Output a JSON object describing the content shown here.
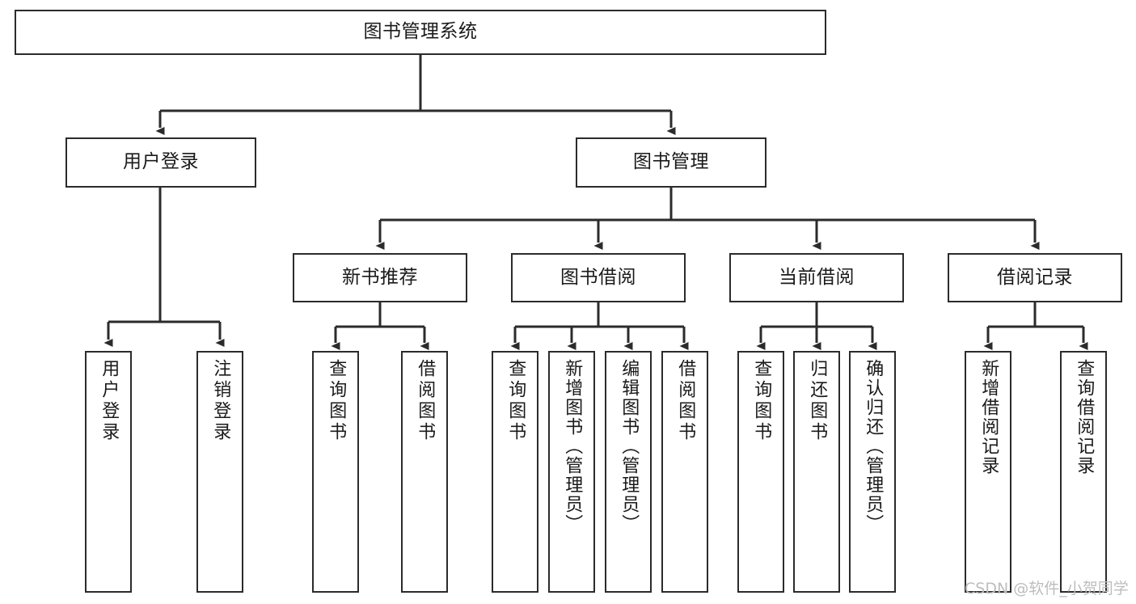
{
  "diagram": {
    "title": "图书管理系统",
    "type": "tree-hierarchy",
    "orientation": "top-down",
    "colors": {
      "stroke": "#2b2b2b",
      "fill": "#ffffff",
      "text": "#1a1a1a",
      "background": "#ffffff",
      "watermark": "#bdbdbd"
    },
    "root": {
      "id": "root",
      "label": "图书管理系统"
    },
    "level2": [
      {
        "id": "user-login",
        "label": "用户登录"
      },
      {
        "id": "book-manage",
        "label": "图书管理"
      }
    ],
    "level3": [
      {
        "id": "new-book-rec",
        "label": "新书推荐",
        "parent": "book-manage"
      },
      {
        "id": "book-borrow",
        "label": "图书借阅",
        "parent": "book-manage"
      },
      {
        "id": "current-borrow",
        "label": "当前借阅",
        "parent": "book-manage"
      },
      {
        "id": "borrow-record",
        "label": "借阅记录",
        "parent": "book-manage"
      }
    ],
    "leaves": [
      {
        "id": "leaf-user-login",
        "label": "用户登录",
        "parent": "user-login"
      },
      {
        "id": "leaf-user-logout",
        "label": "注销登录",
        "parent": "user-login"
      },
      {
        "id": "leaf-query-book-1",
        "label": "查询图书",
        "parent": "new-book-rec"
      },
      {
        "id": "leaf-borrow-book-1",
        "label": "借阅图书",
        "parent": "new-book-rec"
      },
      {
        "id": "leaf-query-book-2",
        "label": "查询图书",
        "parent": "book-borrow"
      },
      {
        "id": "leaf-add-book",
        "label": "新增图书（管理员）",
        "parent": "book-borrow"
      },
      {
        "id": "leaf-edit-book",
        "label": "编辑图书（管理员）",
        "parent": "book-borrow"
      },
      {
        "id": "leaf-borrow-book-2",
        "label": "借阅图书",
        "parent": "book-borrow"
      },
      {
        "id": "leaf-query-book-3",
        "label": "查询图书",
        "parent": "current-borrow"
      },
      {
        "id": "leaf-return-book",
        "label": "归还图书",
        "parent": "current-borrow"
      },
      {
        "id": "leaf-confirm-return",
        "label": "确认归还（管理员）",
        "parent": "current-borrow"
      },
      {
        "id": "leaf-add-record",
        "label": "新增借阅记录",
        "parent": "borrow-record"
      },
      {
        "id": "leaf-query-record",
        "label": "查询借阅记录",
        "parent": "borrow-record"
      }
    ],
    "watermark": "CSDN @软件_小贺同学"
  }
}
